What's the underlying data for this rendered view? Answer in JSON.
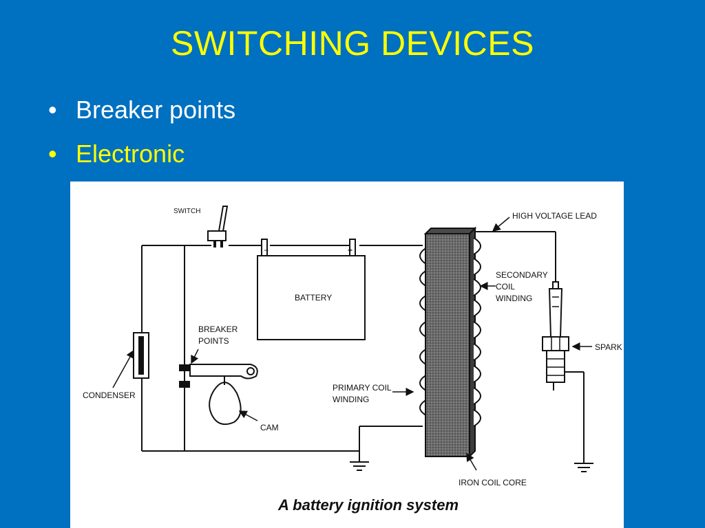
{
  "slide": {
    "title": "SWITCHING DEVICES",
    "bullets": [
      {
        "text": "Breaker points",
        "color": "#ffffff"
      },
      {
        "text": "Electronic",
        "color": "#ffff00"
      }
    ],
    "bullet_glyph": "•",
    "background_color": "#0070c0",
    "title_color": "#ffff00"
  },
  "diagram": {
    "labels": {
      "switch": "SWITCH",
      "battery": "BATTERY",
      "battery_minus": "−",
      "battery_plus": "+",
      "breaker_points_1": "BREAKER",
      "breaker_points_2": "POINTS",
      "condenser": "CONDENSER",
      "cam": "CAM",
      "primary_coil_1": "PRIMARY COIL",
      "primary_coil_2": "WINDING",
      "secondary_coil_1": "SECONDARY",
      "secondary_coil_2": "COIL",
      "secondary_coil_3": "WINDING",
      "high_voltage_lead": "HIGH VOLTAGE LEAD",
      "spark": "SPARK",
      "iron_coil_core": "IRON COIL CORE"
    },
    "caption": "A battery ignition system"
  }
}
